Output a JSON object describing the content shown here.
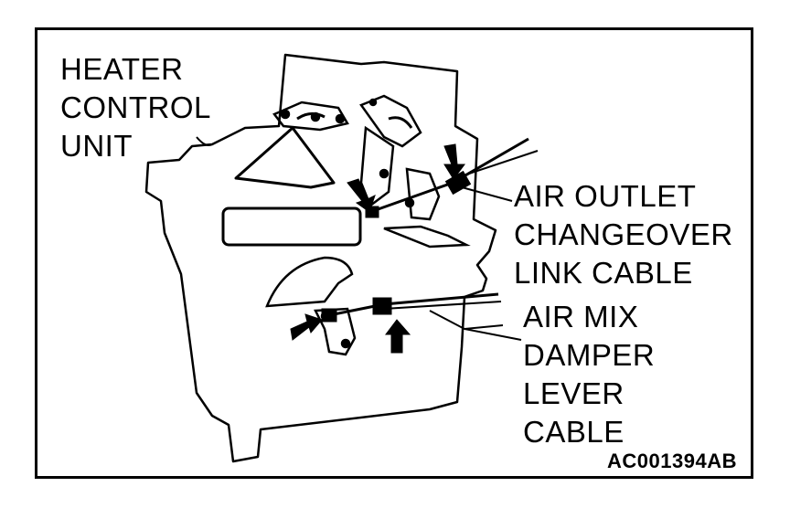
{
  "labels": {
    "heater_control_unit": [
      "HEATER",
      "CONTROL",
      "UNIT"
    ],
    "air_outlet_cable": [
      "AIR OUTLET",
      "CHANGEOVER",
      "LINK CABLE"
    ],
    "air_mix_cable": [
      "AIR MIX",
      "DAMPER",
      "LEVER",
      "CABLE"
    ]
  },
  "figure_code": "AC001394AB",
  "icons": [
    "arrow-icon",
    "cable-clamp-icon",
    "bolt-icon"
  ],
  "colors": {
    "ink": "#000000",
    "paper": "#ffffff"
  }
}
